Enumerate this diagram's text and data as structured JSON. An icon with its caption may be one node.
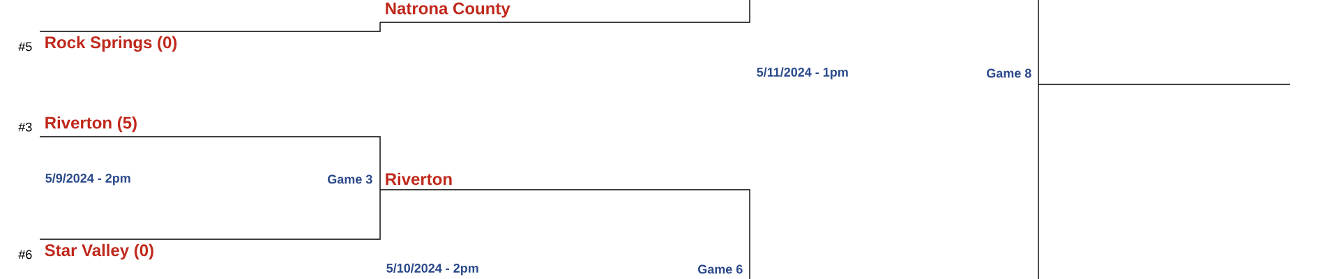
{
  "diagram": {
    "nodes": [
      {
        "text": [
          "Natrona County"
        ]
      },
      {
        "text": [
          "Rock Springs (0)"
        ],
        "beside": [
          "#5"
        ]
      },
      {
        "text": [
          "Riverton (5)"
        ],
        "beside": [
          "#3"
        ]
      },
      {
        "text": [
          "Riverton"
        ]
      },
      {
        "text": [
          "Star Valley (0)"
        ],
        "beside": [
          "#6"
        ]
      }
    ],
    "edges": [
      {
        "from": 1,
        "to": 0,
        "arrow": "none"
      },
      {
        "from": 2,
        "to": 3,
        "arrow": "none"
      },
      {
        "from": 4,
        "to": 3,
        "arrow": "none"
      }
    ],
    "labels": [
      "5/11/2024 - 1pm",
      "Game 8",
      "5/9/2024 - 2pm",
      "Game 3",
      "5/10/2024 - 2pm",
      "Game 6"
    ]
  }
}
